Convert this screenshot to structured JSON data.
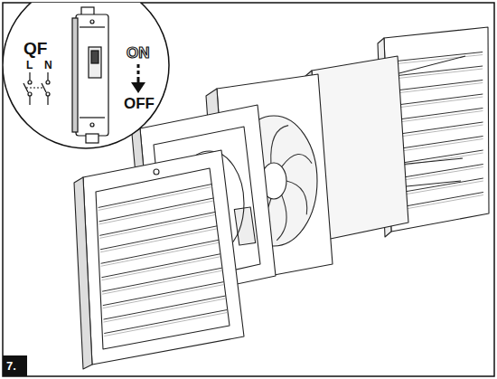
{
  "diagram": {
    "labels": [
      "QF",
      "L",
      "N",
      "ON",
      "OFF",
      "7."
    ]
  }
}
